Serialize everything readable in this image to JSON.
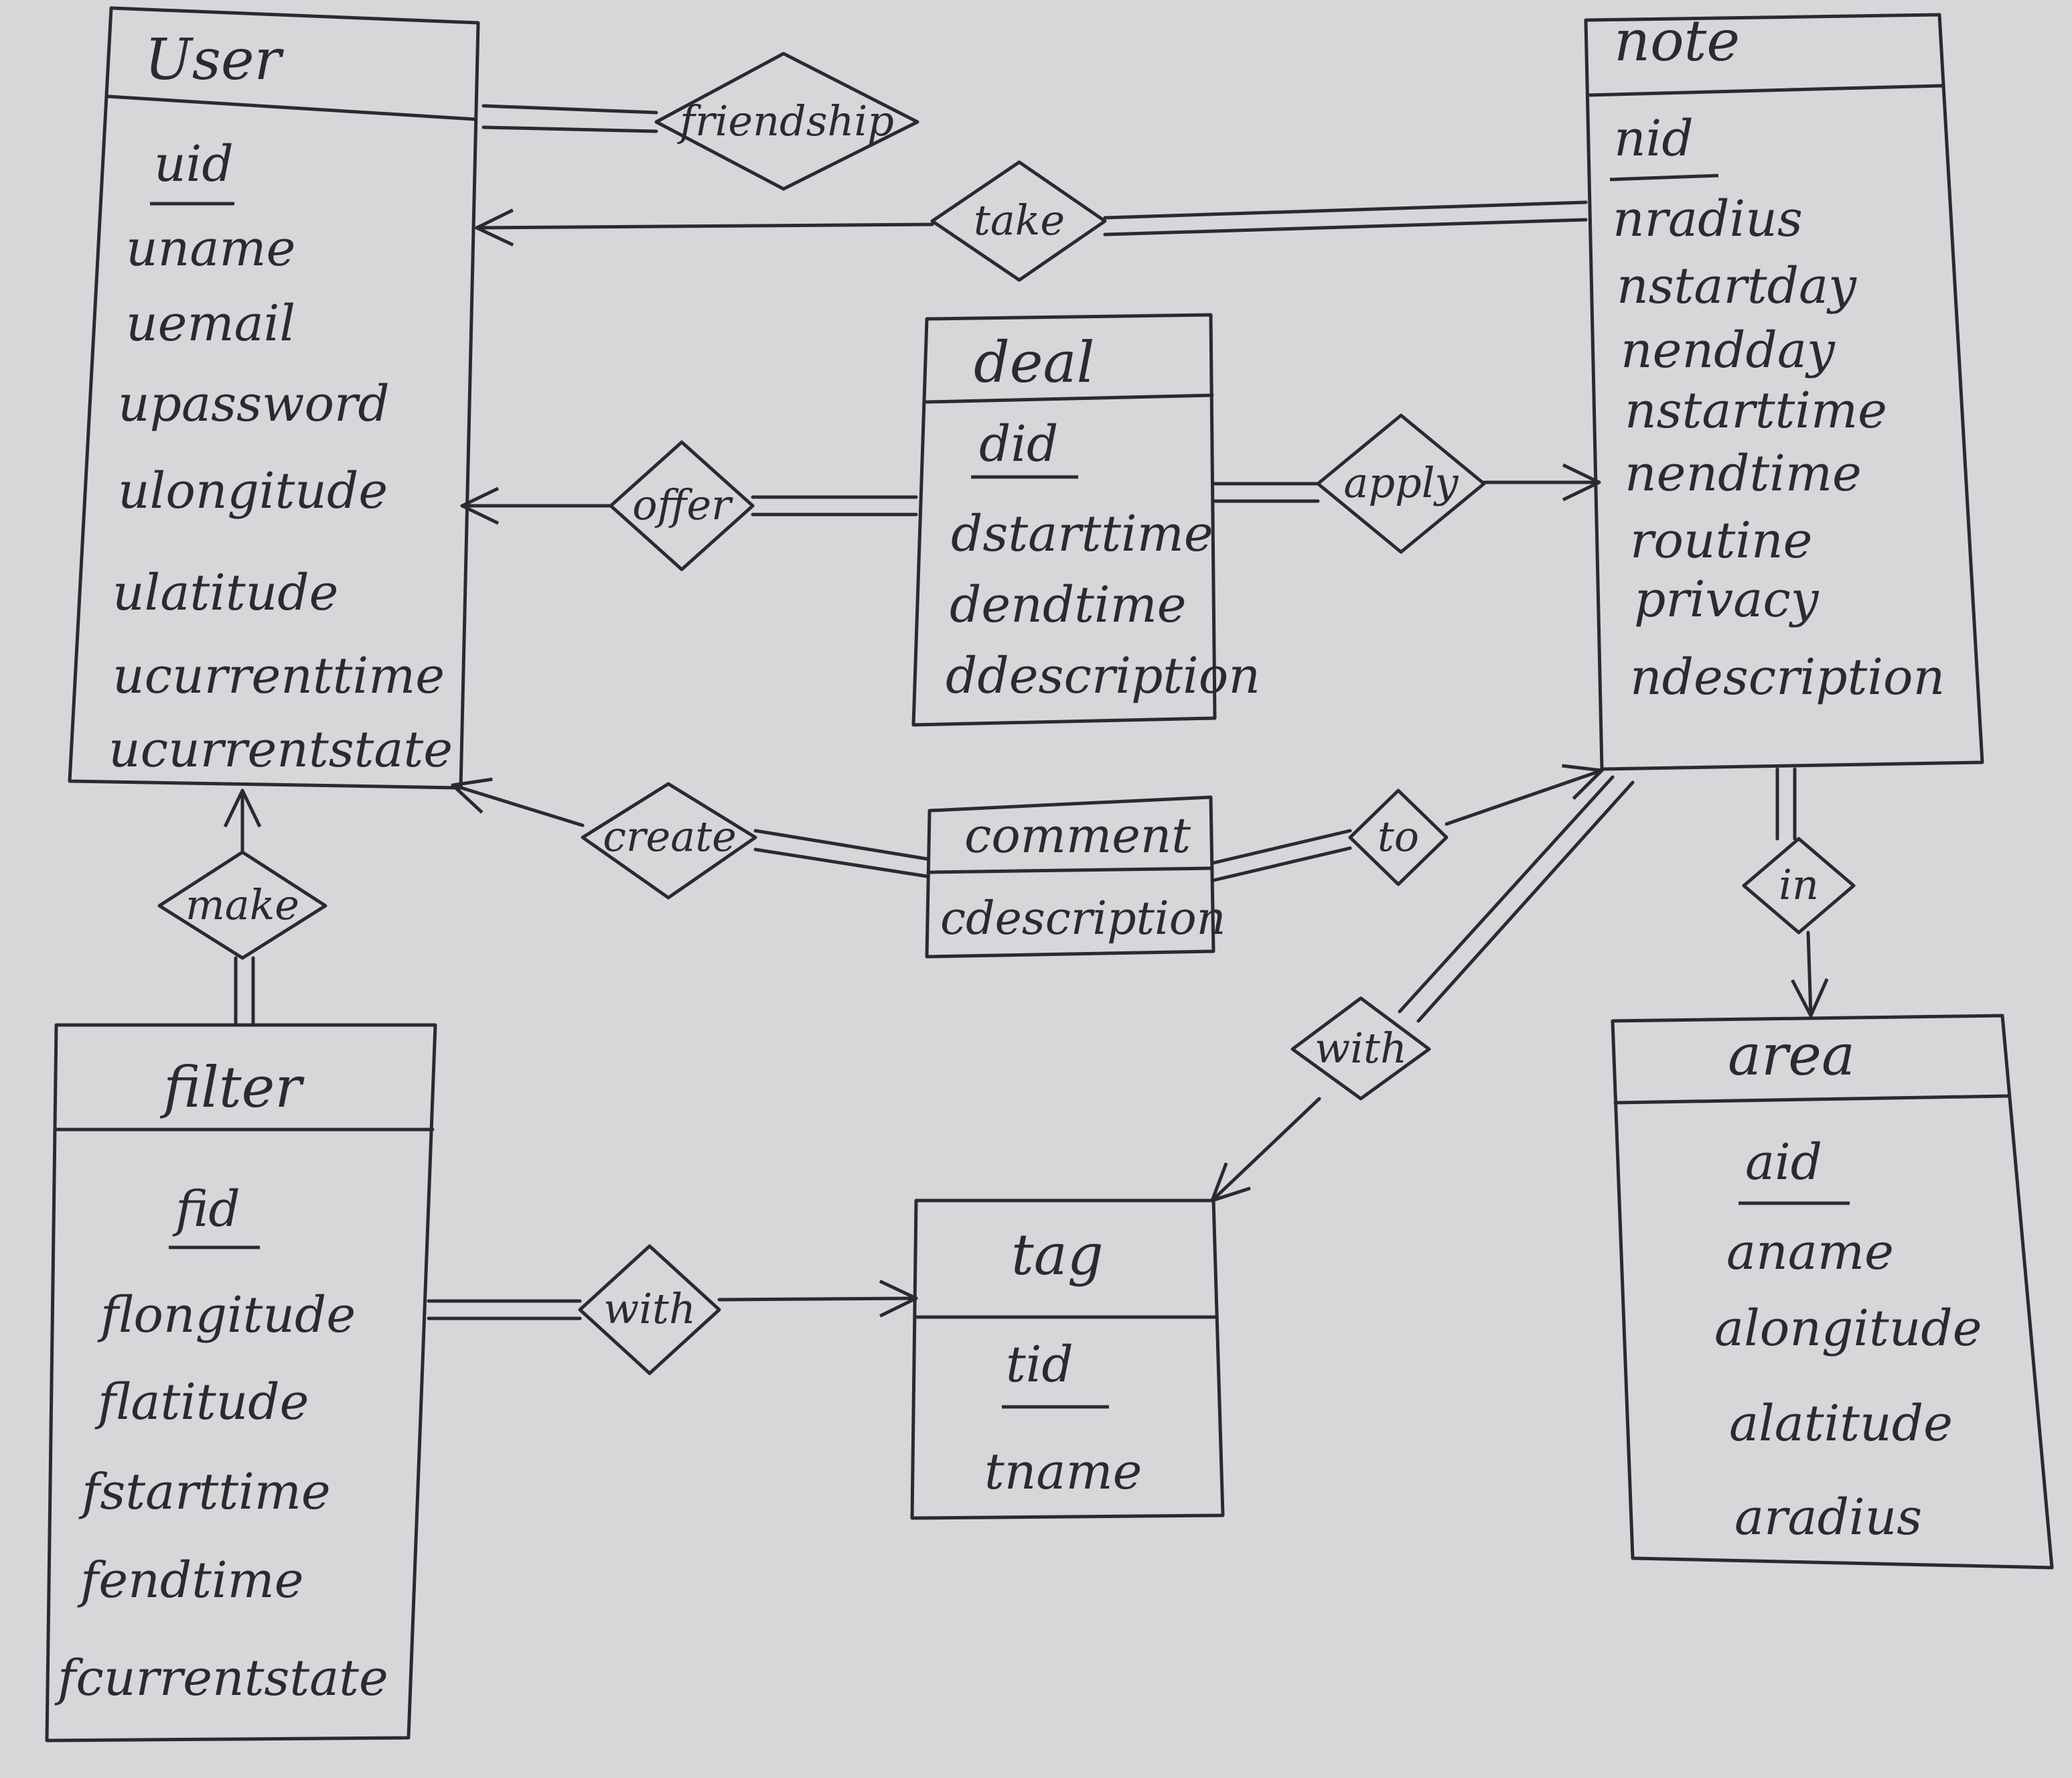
{
  "diagram": {
    "entities": {
      "user": {
        "title": "User",
        "primary_key": "uid",
        "attributes": [
          "uname",
          "uemail",
          "upassword",
          "ulongitude",
          "ulatitude",
          "ucurrenttime",
          "ucurrentstate"
        ]
      },
      "note": {
        "title": "note",
        "primary_key": "nid",
        "attributes": [
          "nradius",
          "nstartday",
          "nendday",
          "nstarttime",
          "nendtime",
          "routine",
          "privacy",
          "ndescription"
        ]
      },
      "deal": {
        "title": "deal",
        "primary_key": "did",
        "attributes": [
          "dstarttime",
          "dendtime",
          "ddescription"
        ]
      },
      "comment": {
        "title": "comment",
        "primary_key": "",
        "attributes": [
          "cdescription"
        ]
      },
      "filter": {
        "title": "filter",
        "primary_key": "fid",
        "attributes": [
          "flongitude",
          "flatitude",
          "fstarttime",
          "fendtime",
          "fcurrentstate"
        ]
      },
      "tag": {
        "title": "tag",
        "primary_key": "tid",
        "attributes": [
          "tname"
        ]
      },
      "area": {
        "title": "area",
        "primary_key": "aid",
        "attributes": [
          "aname",
          "alongitude",
          "alatitude",
          "aradius"
        ]
      }
    },
    "relationships": {
      "friendship": "friendship",
      "take": "take",
      "offer": "offer",
      "apply": "apply",
      "create": "create",
      "to": "to",
      "make": "make",
      "with_filter_tag": "with",
      "with_note_tag": "with",
      "in": "in"
    }
  }
}
